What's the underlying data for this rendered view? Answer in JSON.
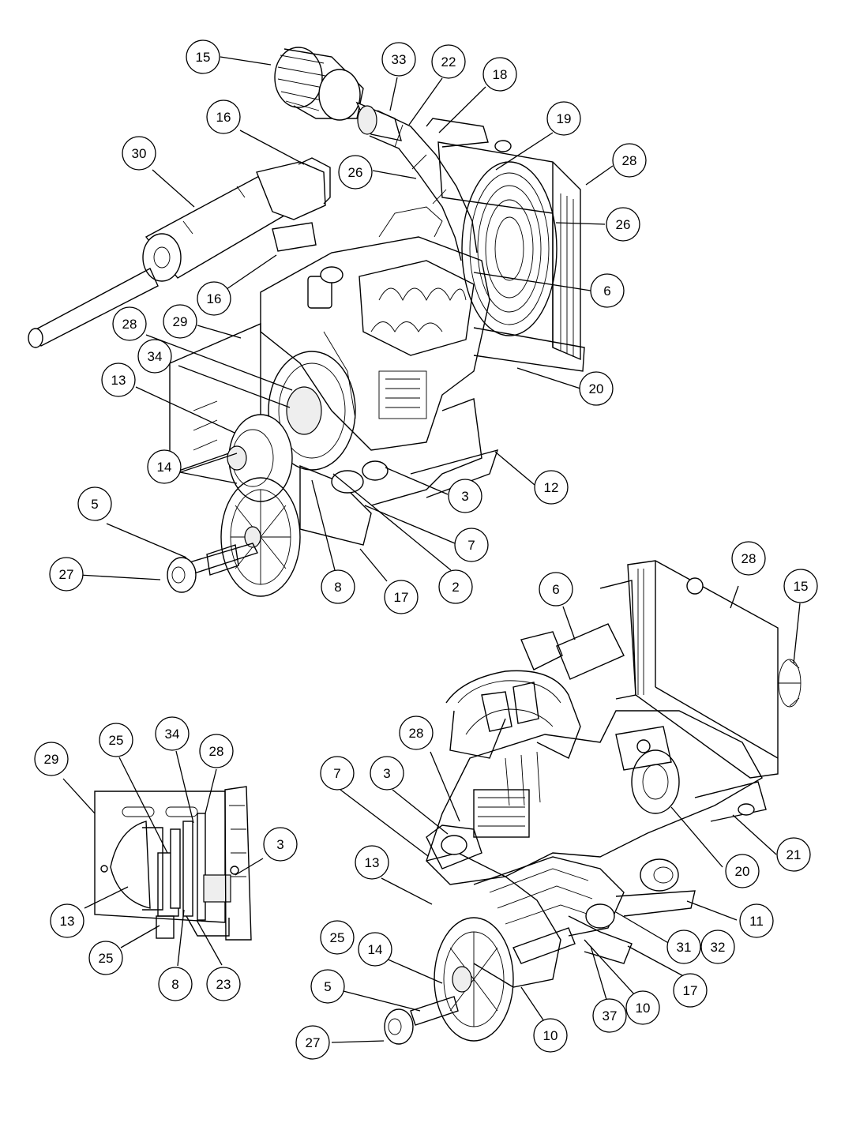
{
  "callouts": {
    "view_top": [
      {
        "label": "15"
      },
      {
        "label": "33"
      },
      {
        "label": "22"
      },
      {
        "label": "18"
      },
      {
        "label": "19"
      },
      {
        "label": "16"
      },
      {
        "label": "30"
      },
      {
        "label": "26"
      },
      {
        "label": "28"
      },
      {
        "label": "26"
      },
      {
        "label": "16"
      },
      {
        "label": "6"
      },
      {
        "label": "28"
      },
      {
        "label": "29"
      },
      {
        "label": "34"
      },
      {
        "label": "13"
      },
      {
        "label": "20"
      },
      {
        "label": "14"
      },
      {
        "label": "3"
      },
      {
        "label": "12"
      },
      {
        "label": "5"
      },
      {
        "label": "7"
      },
      {
        "label": "27"
      },
      {
        "label": "8"
      },
      {
        "label": "2"
      },
      {
        "label": "17"
      }
    ],
    "view_side": [
      {
        "label": "29"
      },
      {
        "label": "25"
      },
      {
        "label": "34"
      },
      {
        "label": "28"
      },
      {
        "label": "3"
      },
      {
        "label": "13"
      },
      {
        "label": "25"
      },
      {
        "label": "8"
      },
      {
        "label": "23"
      }
    ],
    "view_bottom": [
      {
        "label": "6"
      },
      {
        "label": "28"
      },
      {
        "label": "15"
      },
      {
        "label": "28"
      },
      {
        "label": "7"
      },
      {
        "label": "3"
      },
      {
        "label": "13"
      },
      {
        "label": "21"
      },
      {
        "label": "20"
      },
      {
        "label": "11"
      },
      {
        "label": "25"
      },
      {
        "label": "14"
      },
      {
        "label": "31"
      },
      {
        "label": "32"
      },
      {
        "label": "17"
      },
      {
        "label": "5"
      },
      {
        "label": "37"
      },
      {
        "label": "10"
      },
      {
        "label": "10"
      },
      {
        "label": "27"
      }
    ]
  }
}
